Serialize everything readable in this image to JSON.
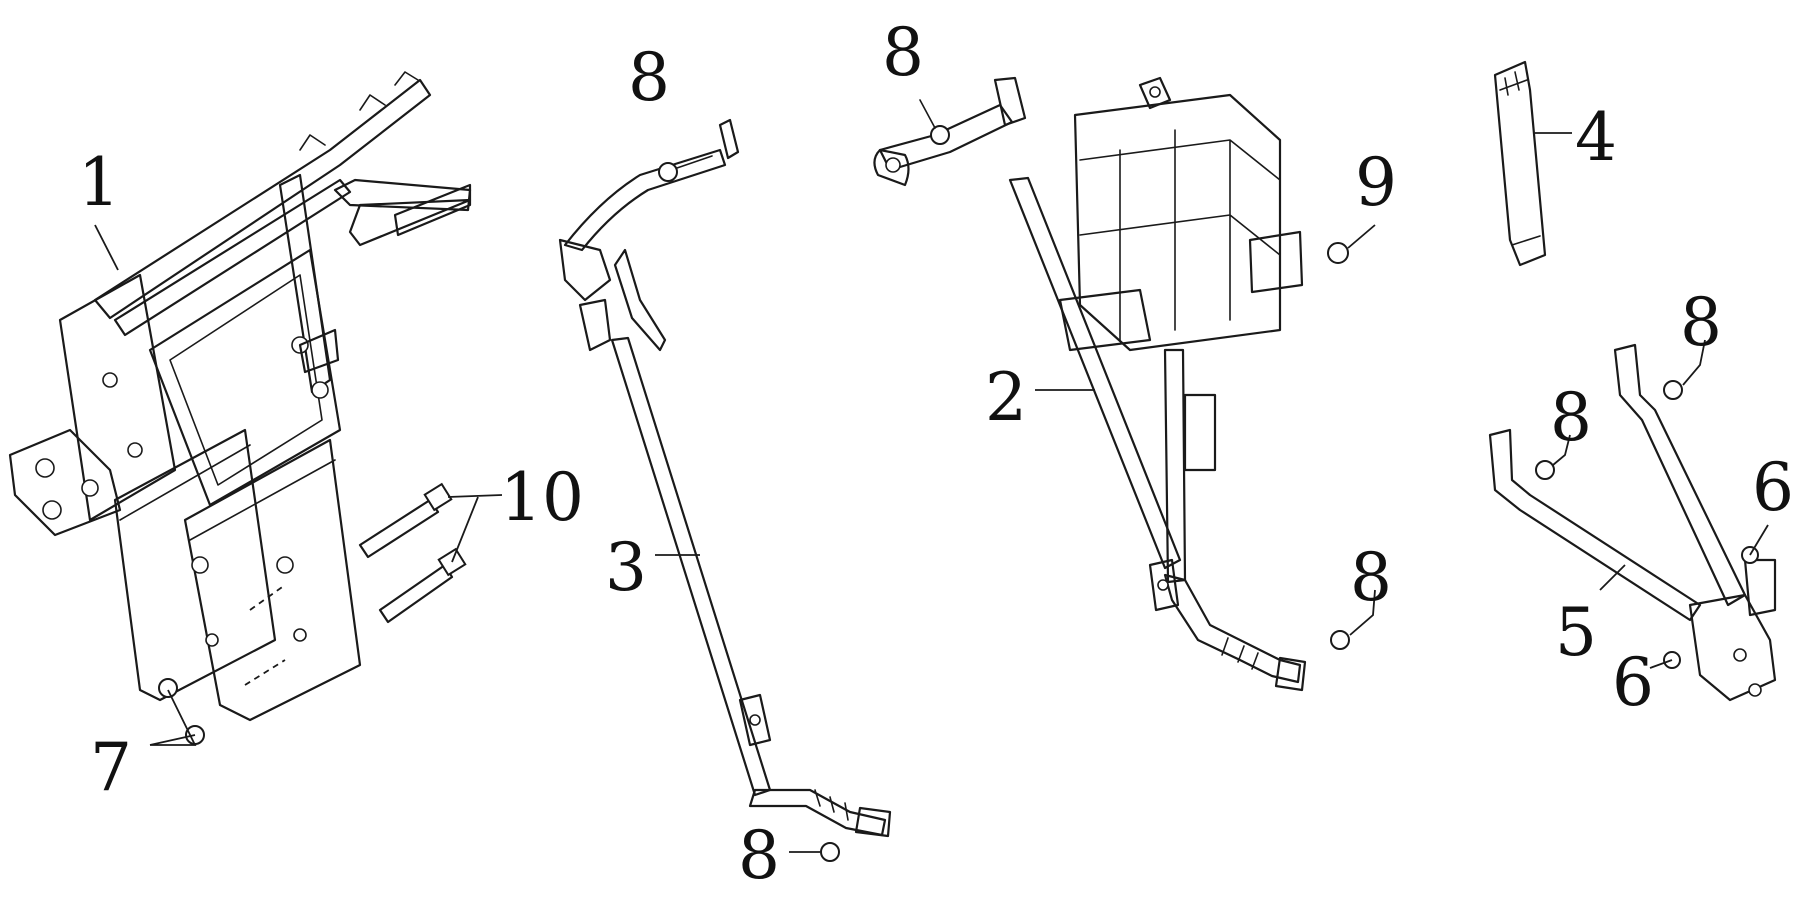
{
  "callouts": {
    "c1": "1",
    "c2": "2",
    "c3": "3",
    "c4": "4",
    "c5": "5",
    "c6a": "6",
    "c6b": "6",
    "c7": "7",
    "c8a": "8",
    "c8b": "8",
    "c8c": "8",
    "c8d": "8",
    "c8e": "8",
    "c8f": "8",
    "c9": "9",
    "c10": "10"
  },
  "colors": {
    "line": "#1a1a1a",
    "background": "#ffffff"
  }
}
